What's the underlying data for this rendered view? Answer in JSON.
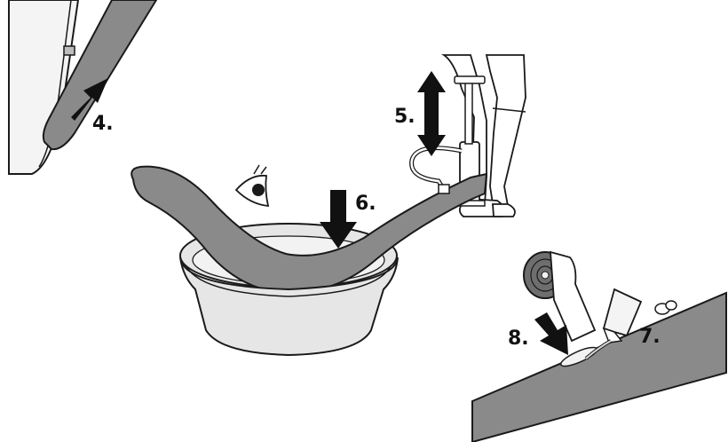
{
  "steps": [
    {
      "id": "4",
      "label": "4."
    },
    {
      "id": "5",
      "label": "5."
    },
    {
      "id": "6",
      "label": "6."
    },
    {
      "id": "7",
      "label": "7."
    },
    {
      "id": "8",
      "label": "8."
    }
  ],
  "colors": {
    "hose_fill": "#8a8a8a",
    "outline": "#1a1a1a",
    "basin_fill": "#e6e6e6",
    "water_fill": "#f2f2f2",
    "arrow_fill": "#111111"
  },
  "icons": [
    "eye-icon",
    "pump-icon",
    "tape-roll-icon",
    "glue-tube-icon",
    "cap-icon"
  ]
}
